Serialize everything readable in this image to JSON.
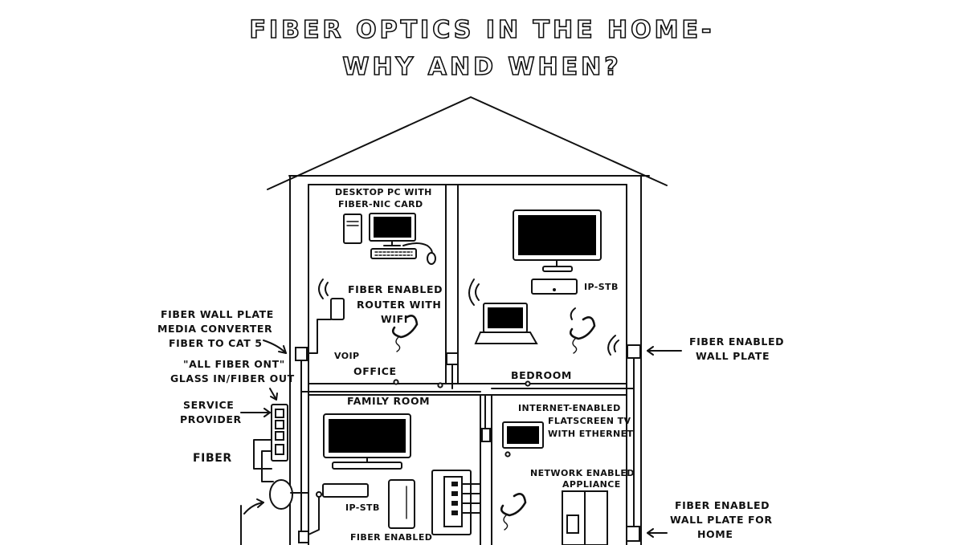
{
  "title": {
    "line1": "FIBER OPTICS IN THE HOME-",
    "line2": "WHY AND WHEN?"
  },
  "rooms": {
    "office": "OFFICE",
    "bedroom": "BEDROOM",
    "family_room": "FAMILY ROOM"
  },
  "labels": {
    "desktop_pc_1": "DESKTOP PC WITH",
    "desktop_pc_2": "FIBER-NIC CARD",
    "router_1": "FIBER ENABLED",
    "router_2": "ROUTER WITH",
    "router_3": "WIFI",
    "voip": "VOIP",
    "ip_stb_bedroom": "IP-STB",
    "ip_stb_family": "IP-STB",
    "flatscreen_1": "INTERNET-ENABLED",
    "flatscreen_2": "FLATSCREEN TV",
    "flatscreen_3": "WITH ETHERNET",
    "appliance_1": "NETWORK ENABLED",
    "appliance_2": "APPLIANCE",
    "fiber_enabled_bottom": "FIBER ENABLED"
  },
  "callouts": {
    "wall_plate_converter_1": "FIBER WALL PLATE",
    "wall_plate_converter_2": "MEDIA CONVERTER",
    "wall_plate_converter_3": "FIBER TO CAT 5",
    "ont_1": "\"ALL FIBER ONT\"",
    "ont_2": "GLASS IN/FIBER OUT",
    "provider_1": "SERVICE",
    "provider_2": "PROVIDER",
    "fiber": "FIBER",
    "wall_plate_right_1": "FIBER ENABLED",
    "wall_plate_right_2": "WALL PLATE",
    "wall_plate_home_1": "FIBER ENABLED",
    "wall_plate_home_2": "WALL PLATE FOR",
    "wall_plate_home_3": "HOME"
  }
}
